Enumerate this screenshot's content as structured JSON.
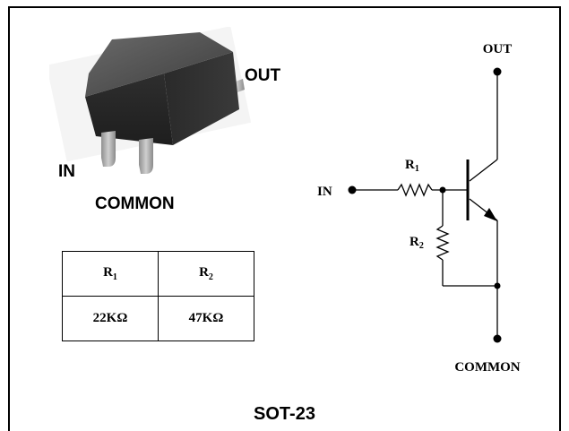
{
  "package": {
    "pin_out": "OUT",
    "pin_in": "IN",
    "pin_common": "COMMON"
  },
  "table": {
    "headers": [
      {
        "base": "R",
        "sub": "1"
      },
      {
        "base": "R",
        "sub": "2"
      }
    ],
    "values": [
      "22KΩ",
      "47KΩ"
    ]
  },
  "schematic": {
    "out_label": "OUT",
    "in_label": "IN",
    "common_label": "COMMON",
    "r1": {
      "base": "R",
      "sub": "1"
    },
    "r2": {
      "base": "R",
      "sub": "2"
    }
  },
  "footer": {
    "package_name": "SOT-23"
  }
}
